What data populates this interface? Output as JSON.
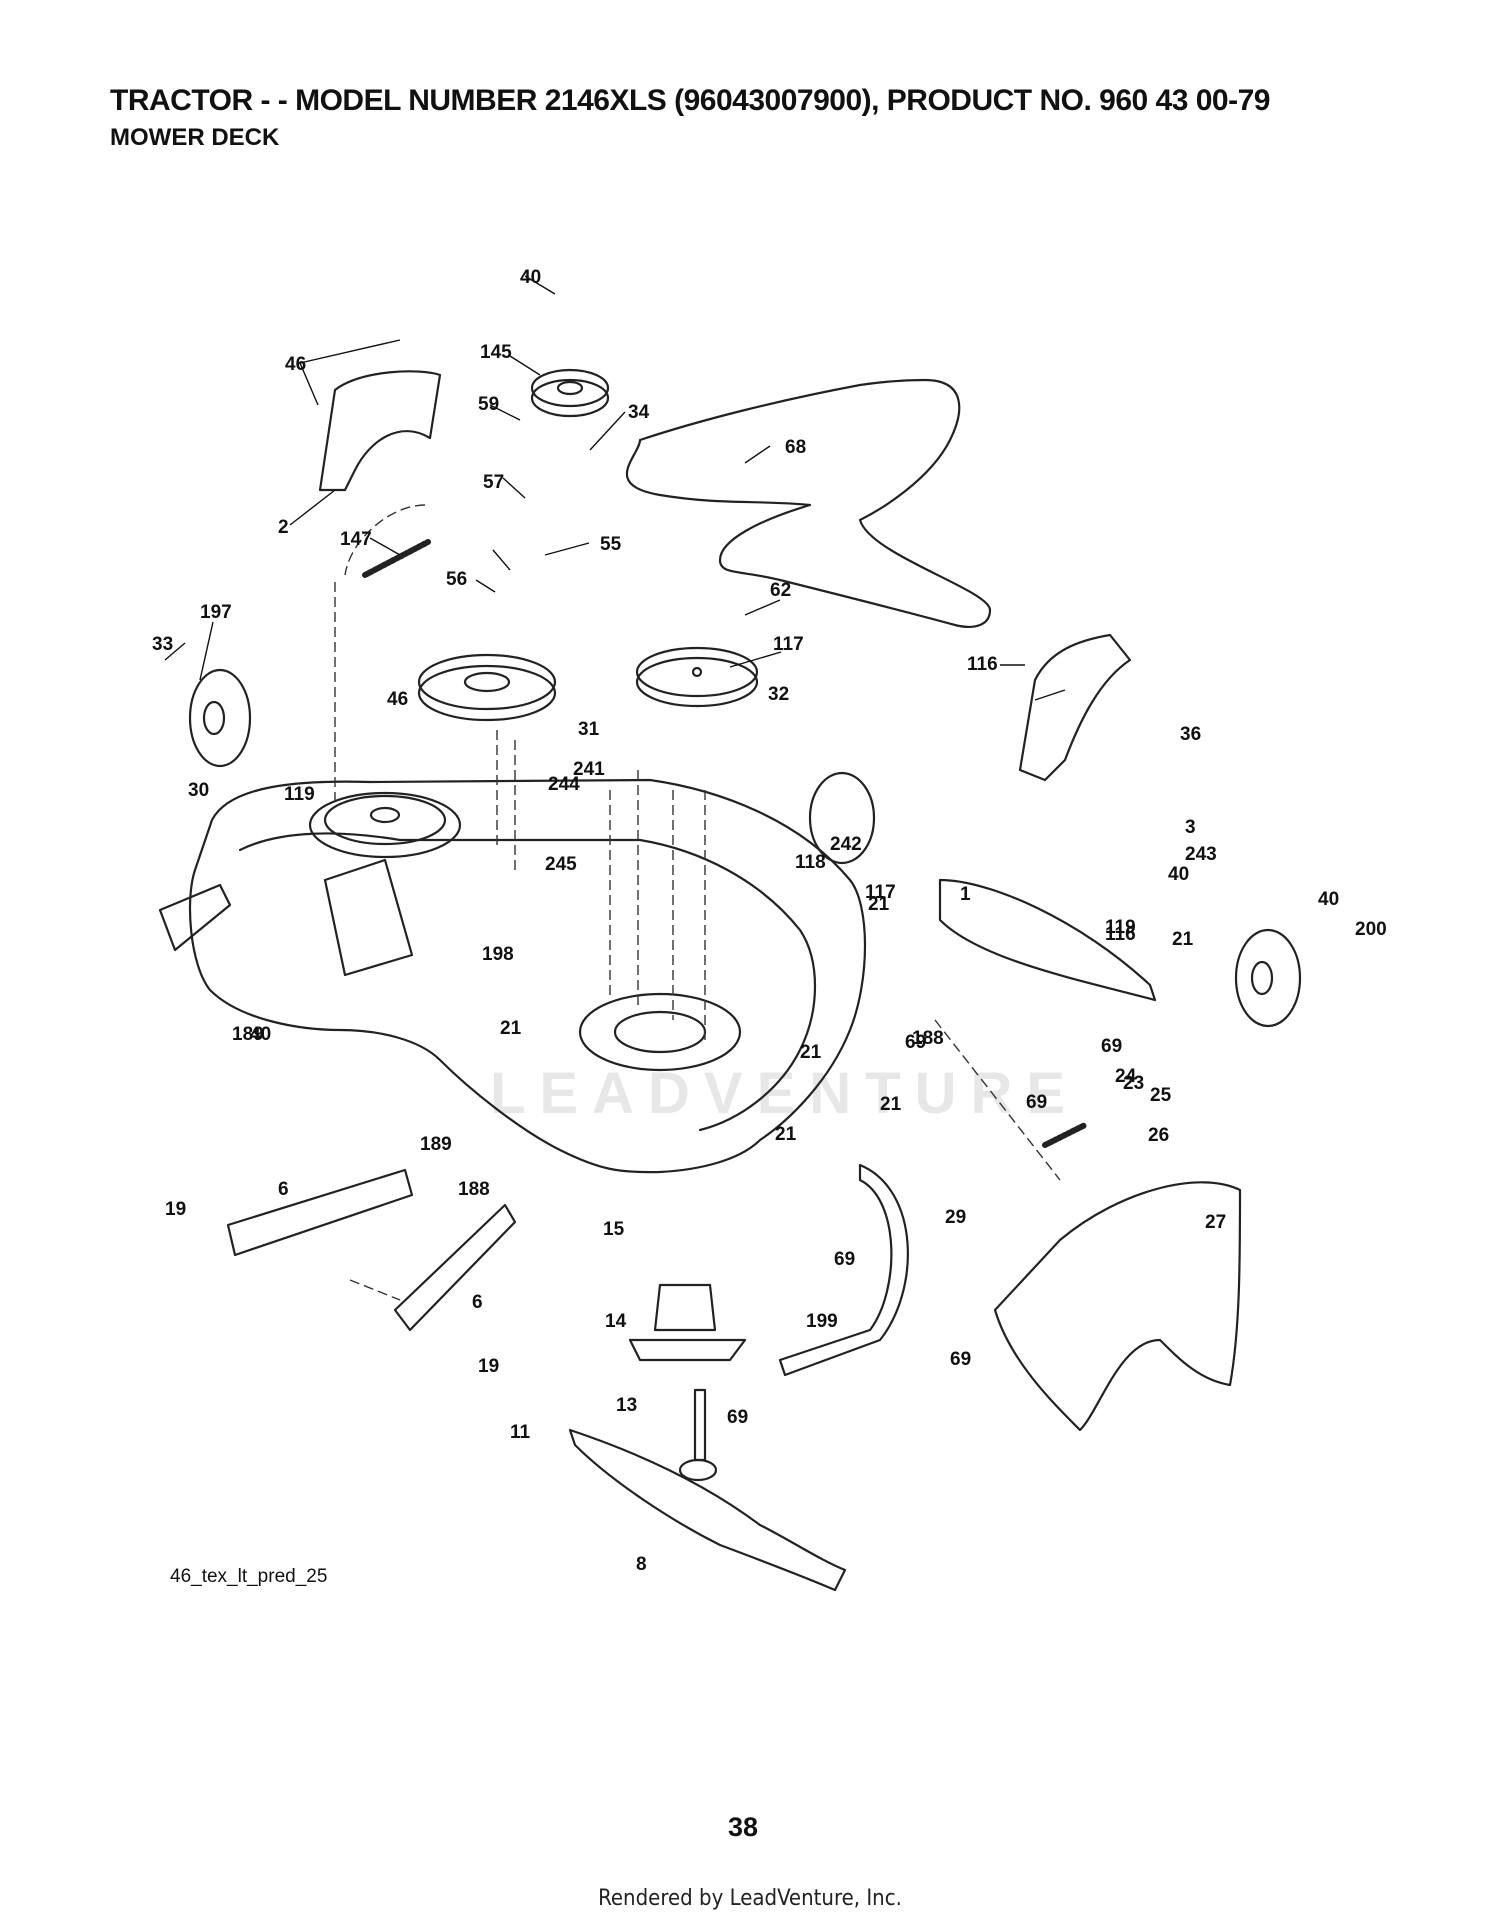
{
  "header": {
    "title": "TRACTOR - - MODEL NUMBER 2146XLS (96043007900), PRODUCT NO. 960 43 00-79",
    "subtitle": "MOWER DECK"
  },
  "watermark": "LEADVENTURE",
  "diagram": {
    "callouts": [
      "40",
      "145",
      "46",
      "59",
      "34",
      "68",
      "57",
      "2",
      "147",
      "55",
      "56",
      "62",
      "197",
      "33",
      "117",
      "116",
      "32",
      "46",
      "31",
      "36",
      "241",
      "3",
      "30",
      "243",
      "119",
      "40",
      "242",
      "1",
      "244",
      "40",
      "119",
      "117",
      "200",
      "245",
      "118",
      "21",
      "116",
      "21",
      "198",
      "21",
      "40",
      "188",
      "189",
      "69",
      "21",
      "23",
      "69",
      "69",
      "24",
      "25",
      "189",
      "188",
      "21",
      "21",
      "26",
      "6",
      "19",
      "15",
      "29",
      "27",
      "69",
      "6",
      "14",
      "199",
      "19",
      "69",
      "13",
      "69",
      "11",
      "8"
    ],
    "code": "46_tex_lt_pred_25"
  },
  "page_number": "38",
  "footer": "Rendered by LeadVenture, Inc."
}
